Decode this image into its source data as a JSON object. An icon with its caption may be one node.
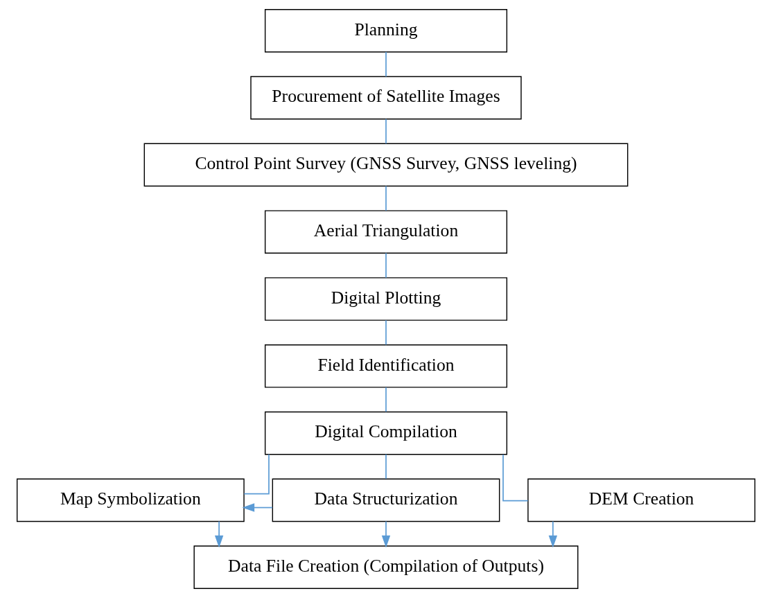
{
  "diagram": {
    "nodes": [
      {
        "text": [
          "Planning"
        ]
      },
      {
        "text": [
          "Procurement of Satellite Images"
        ]
      },
      {
        "text": [
          "Control Point Survey (GNSS Survey, GNSS leveling)"
        ]
      },
      {
        "text": [
          "Aerial Triangulation"
        ]
      },
      {
        "text": [
          "Digital Plotting"
        ]
      },
      {
        "text": [
          "Field Identification"
        ]
      },
      {
        "text": [
          "Digital Compilation"
        ]
      },
      {
        "text": [
          "Map Symbolization"
        ]
      },
      {
        "text": [
          "Data Structurization"
        ]
      },
      {
        "text": [
          "DEM Creation"
        ]
      },
      {
        "text": [
          "Data File Creation (Compilation of Outputs)"
        ]
      }
    ],
    "edges": [
      {
        "from": 0,
        "to": 1,
        "arrow": "none"
      },
      {
        "from": 1,
        "to": 2,
        "arrow": "none"
      },
      {
        "from": 2,
        "to": 3,
        "arrow": "none"
      },
      {
        "from": 3,
        "to": 4,
        "arrow": "none"
      },
      {
        "from": 4,
        "to": 5,
        "arrow": "none"
      },
      {
        "from": 5,
        "to": 6,
        "arrow": "none"
      },
      {
        "from": 6,
        "to": 7,
        "arrow": "none"
      },
      {
        "from": 6,
        "to": 8,
        "arrow": "none"
      },
      {
        "from": 6,
        "to": 9,
        "arrow": "none"
      },
      {
        "from": 8,
        "to": 7,
        "arrow": "to"
      },
      {
        "from": 7,
        "to": 10,
        "arrow": "to"
      },
      {
        "from": 8,
        "to": 10,
        "arrow": "to"
      },
      {
        "from": 9,
        "to": 10,
        "arrow": "to"
      }
    ]
  }
}
